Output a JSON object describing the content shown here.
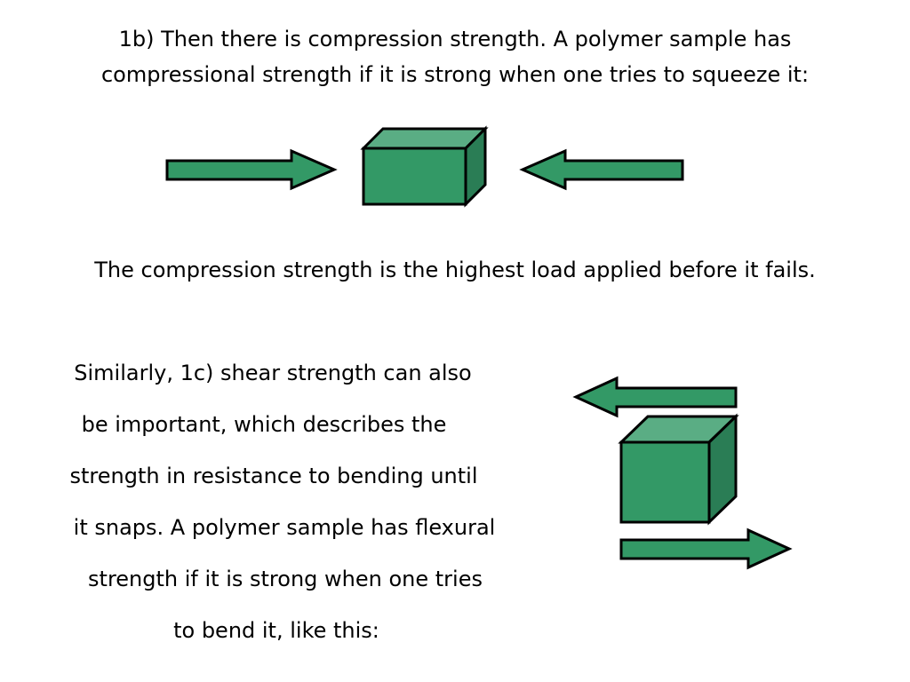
{
  "section_1b": {
    "line1": "1b) Then there is compression strength. A polymer sample has",
    "line2": "compressional strength if it is strong when one tries to squeeze it:"
  },
  "compression_note": "The compression strength is the highest load applied before it fails.",
  "section_1c": {
    "lines": [
      "Similarly, 1c) shear strength can also",
      "be important, which describes the",
      "strength in resistance to bending until",
      "it snaps. A polymer sample has flexural",
      "strength if it is strong when one tries",
      "to bend it, like this:"
    ]
  },
  "colors": {
    "shape_fill": "#339966",
    "shape_top": "#5aad84",
    "shape_side": "#2a7d55",
    "outline": "#000000"
  }
}
